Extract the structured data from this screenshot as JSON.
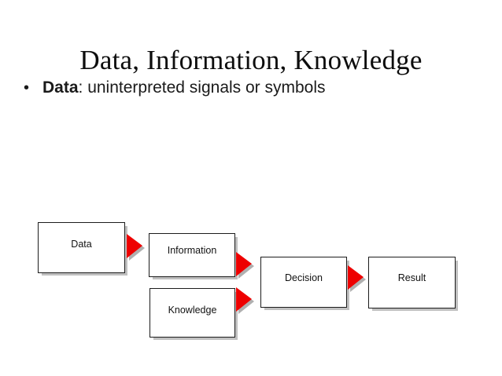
{
  "slide": {
    "title": "Data, Information, Knowledge",
    "background_color": "#ffffff",
    "title_color": "#0d0d0d"
  },
  "bullets": [
    {
      "marker": "•",
      "lead": "Data",
      "rest": ": uninterpreted signals or symbols"
    }
  ],
  "diagram": {
    "type": "flow",
    "accent_color": "#ee0000",
    "box_border_color": "#1c1c1c",
    "box_fill_color": "#ffffff",
    "shadow_color": "#8c8c8c",
    "boxes": [
      {
        "id": "data",
        "label": "Data"
      },
      {
        "id": "information",
        "label": "Information"
      },
      {
        "id": "knowledge",
        "label": "Knowledge"
      },
      {
        "id": "decision",
        "label": "Decision"
      },
      {
        "id": "result",
        "label": "Result"
      }
    ],
    "arrows": [
      {
        "id": "data-information",
        "from": "Data",
        "to": "Information"
      },
      {
        "id": "information-decision",
        "from": "Information",
        "to": "Decision"
      },
      {
        "id": "knowledge-decision",
        "from": "Knowledge",
        "to": "Decision"
      },
      {
        "id": "decision-result",
        "from": "Decision",
        "to": "Result"
      }
    ]
  }
}
